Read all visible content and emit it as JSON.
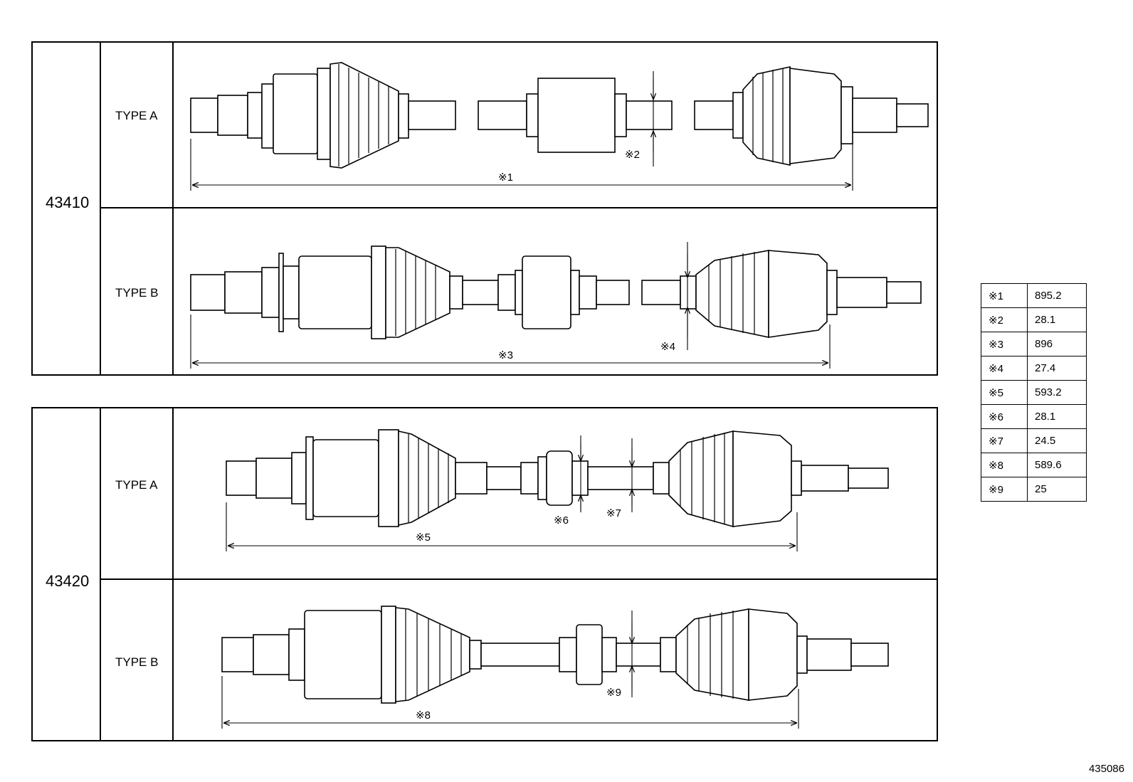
{
  "groups": [
    {
      "part_number": "43410",
      "rows": [
        {
          "type_label": "TYPE A",
          "notes": [
            "※1",
            "※2"
          ]
        },
        {
          "type_label": "TYPE B",
          "notes": [
            "※3",
            "※4"
          ]
        }
      ]
    },
    {
      "part_number": "43420",
      "rows": [
        {
          "type_label": "TYPE A",
          "notes": [
            "※5",
            "※6",
            "※7"
          ]
        },
        {
          "type_label": "TYPE B",
          "notes": [
            "※8",
            "※9"
          ]
        }
      ]
    }
  ],
  "dimension_table": [
    {
      "key": "※1",
      "value": "895.2"
    },
    {
      "key": "※2",
      "value": "28.1"
    },
    {
      "key": "※3",
      "value": "896"
    },
    {
      "key": "※4",
      "value": "27.4"
    },
    {
      "key": "※5",
      "value": "593.2"
    },
    {
      "key": "※6",
      "value": "28.1"
    },
    {
      "key": "※7",
      "value": "24.5"
    },
    {
      "key": "※8",
      "value": "589.6"
    },
    {
      "key": "※9",
      "value": "25"
    }
  ],
  "figure_id": "435086"
}
